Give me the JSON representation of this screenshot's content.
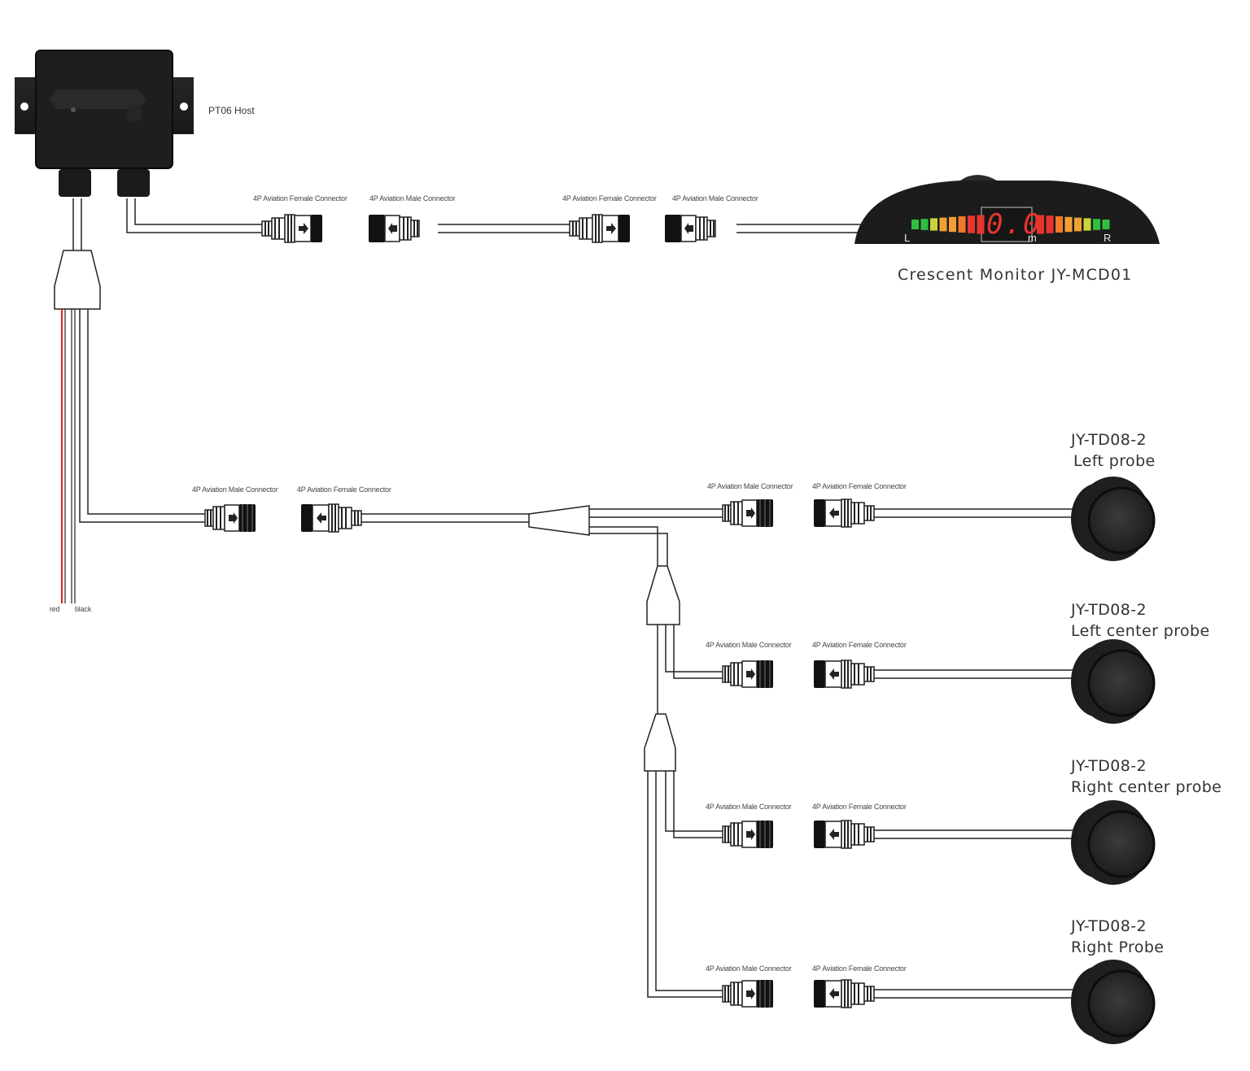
{
  "host": {
    "label": "PT06 Host"
  },
  "monitor": {
    "label": "Crescent  Monitor  JY-MCD01",
    "display_value": "0.0",
    "unit": "m",
    "left_mark": "L",
    "right_mark": "R",
    "bar_colors": [
      "#2fbf3f",
      "#2fbf3f",
      "#c8d43a",
      "#f0a033",
      "#f0a033",
      "#f07a2a",
      "#e8352d",
      "#e8352d"
    ]
  },
  "wires": {
    "red_label": "red",
    "black_label": "black",
    "red_color": "#e02020"
  },
  "connectors": {
    "female": "4P Aviation Female Connector",
    "male": "4P Aviation Male Connector"
  },
  "probes": [
    {
      "model": "JY-TD08-2",
      "name": "Left probe"
    },
    {
      "model": "JY-TD08-2",
      "name": "Left center probe"
    },
    {
      "model": "JY-TD08-2",
      "name": "Right center probe"
    },
    {
      "model": "JY-TD08-2",
      "name": "Right Probe"
    }
  ]
}
